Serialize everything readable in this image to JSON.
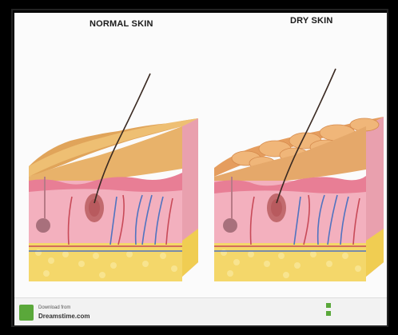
{
  "titles": {
    "left": "NORMAL SKIN",
    "right": "DRY SKIN"
  },
  "footer": {
    "download_label": "Download from",
    "site": "Dreamstime.com"
  },
  "colors": {
    "surface_normal": "#e8b86a",
    "surface_dry": "#eeb57a",
    "dermis": "#f3a9b9",
    "fat": "#f2d86a",
    "vein": "#4f6fc0",
    "artery": "#d2475a",
    "hair": "#3a2a22"
  }
}
